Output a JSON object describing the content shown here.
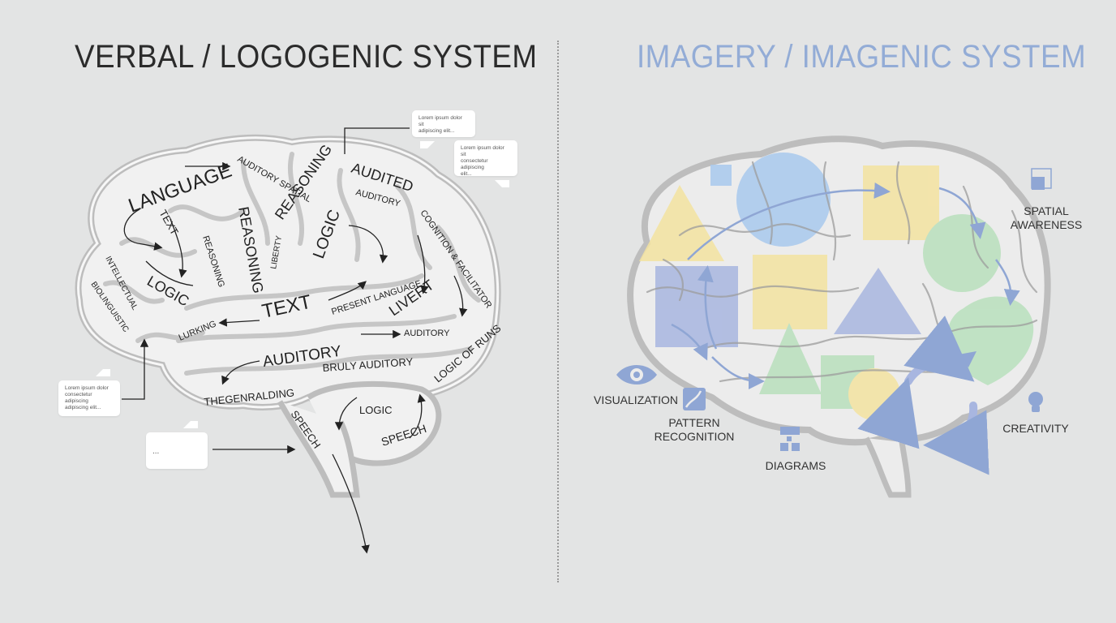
{
  "left": {
    "title": "VERBAL / LOGOGENIC SYSTEM",
    "bubbles": {
      "top_small": "Lorem ipsum dolor sit\nadipiscing elit...",
      "top_right": "Lorem ipsum dolor sit\nconsectetur adipiscing\nelit...",
      "side": "Lorem ipsum dolor\nconsectetur adipiscing\nadipiscing elit...",
      "bottom": "..."
    },
    "labels": {
      "language": "LANGUAGE",
      "auditory_spatial": "AUDITORY SPATIAL",
      "reasoning_top": "REASONING",
      "audited": "AUDITED",
      "text_top": "TEXT",
      "reasoning_big": "REASONING",
      "logic_top": "LOGIC",
      "auditory_small": "AUDITORY",
      "cognition": "COGNITION & FACILITATOR",
      "liberty": "LIBERTY",
      "reasoning_small": "REASONING",
      "logic_left": "LOGIC",
      "intellectual": "INTELLECTUAL",
      "biolinguistic": "BIOLINGUISTIC",
      "text_mid": "TEXT",
      "present": "PRESENT LANGUAGE",
      "livert": "LIVERT",
      "lurking": "LURKING",
      "auditory_mid": "AUDITORY",
      "auditory_right": "AUDITORY",
      "bruly": "BRULY AUDITORY",
      "logic_of": "LOGIC OF RUNS",
      "thegenralding": "THEGENRALDING",
      "logic_low": "LOGIC",
      "speech_right": "SPEECH",
      "speech_stem": "SPEECH"
    }
  },
  "right": {
    "title": "IMAGERY / IMAGENIC SYSTEM",
    "captions": {
      "spatial": "SPATIAL\nAWARENESS",
      "visualization": "VISUALIZATION",
      "pattern": "PATTERN\nRECOGNITION",
      "diagrams": "DIAGRAMS",
      "creativity": "CREATIVITY"
    },
    "colors": {
      "yellow": "#f4e3a0",
      "blue": "#a8b6e0",
      "light_blue": "#a9c9ee",
      "green": "#b9e0bd",
      "icon_blue": "#8fa6d4"
    },
    "icons": [
      "square-icon",
      "eye-icon",
      "pattern-icon",
      "flowchart-icon",
      "lightbulb-icon"
    ]
  }
}
